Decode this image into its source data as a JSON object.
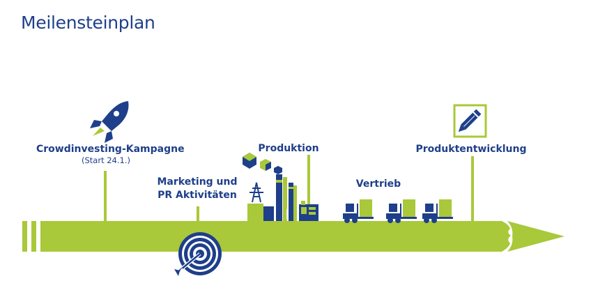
{
  "title": "Meilensteinplan",
  "colors": {
    "accent": "#a9c83a",
    "primary": "#1e3f8a",
    "gray": "#a7a9ac"
  },
  "milestones": [
    {
      "label": "Crowdinvesting-Kampagne",
      "sub": "(Start 24.1.)",
      "icon": "rocket-icon"
    },
    {
      "label": "Marketing und",
      "label2": "PR Aktivitäten",
      "icon": "target-icon"
    },
    {
      "label": "Produktion",
      "icon": "factory-icon"
    },
    {
      "label": "Vertrieb",
      "icon": "forklift-icon"
    },
    {
      "label": "Produktentwicklung",
      "icon": "pencil-icon"
    }
  ]
}
